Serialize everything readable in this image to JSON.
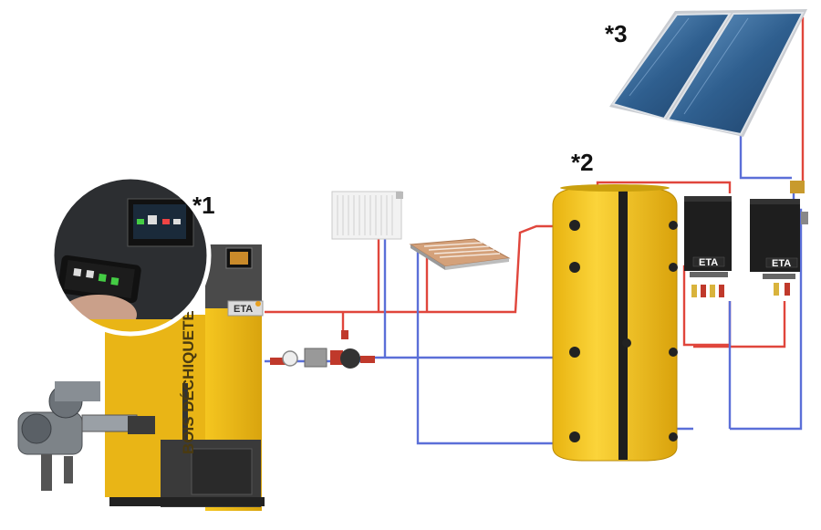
{
  "callouts": {
    "one": "*1",
    "two": "*2",
    "three": "*3"
  },
  "boiler": {
    "side_label": "BOIS DÉCHIQUETÉ",
    "brand": "ETA"
  },
  "stations": {
    "left_brand": "ETA",
    "right_brand": "ETA"
  },
  "colors": {
    "hot_pipe": "#e0463c",
    "cold_pipe": "#5b6fd8",
    "boiler_yellow": "#f2c21a",
    "tank_yellow": "#f7c51c",
    "solar_blue": "#2f5f8f"
  },
  "icons": {
    "smartphone": "smartphone-icon",
    "control_panel": "control-panel-icon"
  }
}
